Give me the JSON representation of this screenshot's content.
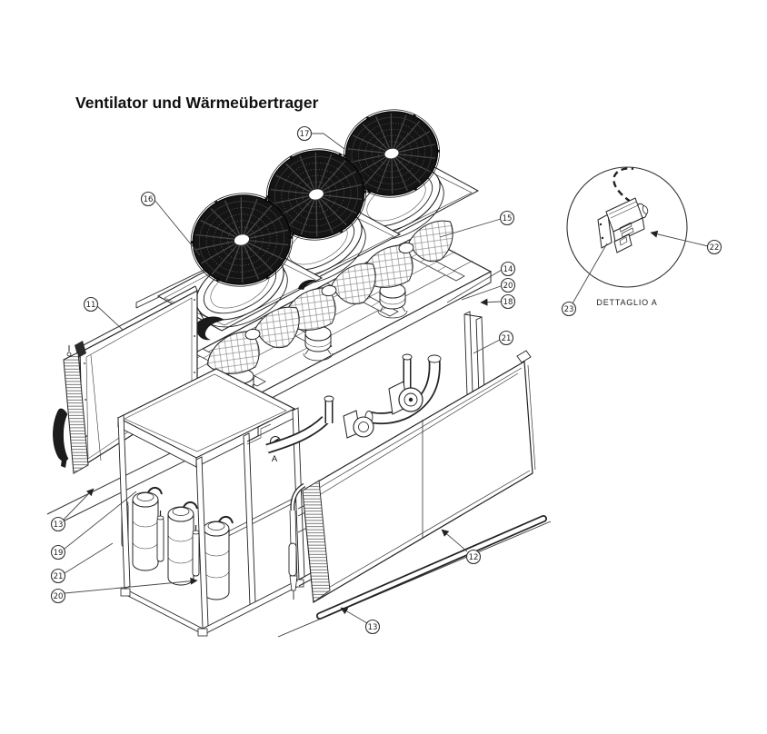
{
  "title": "Ventilator und Wärmeübertrager",
  "figure": {
    "detail_label": "DETTAGLIO A",
    "view_marker": "A",
    "callouts": [
      {
        "label": "17"
      },
      {
        "label": "16"
      },
      {
        "label": "15"
      },
      {
        "label": "14"
      },
      {
        "label": "20"
      },
      {
        "label": "18"
      },
      {
        "label": "21"
      },
      {
        "label": "11"
      },
      {
        "label": "13"
      },
      {
        "label": "19"
      },
      {
        "label": "21"
      },
      {
        "label": "20"
      },
      {
        "label": "12"
      },
      {
        "label": "13"
      },
      {
        "label": "22"
      },
      {
        "label": "23"
      }
    ]
  }
}
